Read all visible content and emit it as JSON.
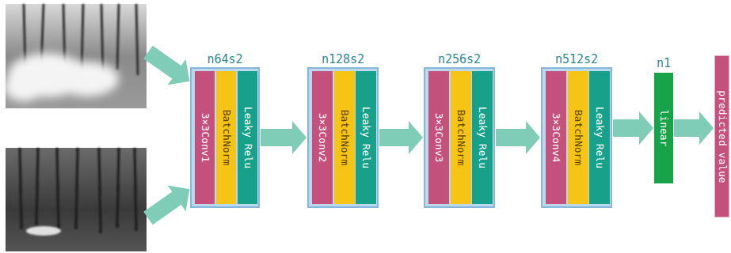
{
  "diagram": {
    "nodes": [
      {
        "text": [
          "n64s2"
        ]
      },
      {
        "text": [
          "3×3Conv1"
        ],
        "in": 0
      },
      {
        "text": [
          "BatchNorm"
        ],
        "in": 0
      },
      {
        "text": [
          "Leaky Relu"
        ],
        "in": 0
      },
      {
        "text": [
          "n128s2"
        ]
      },
      {
        "text": [
          "3×3Conv2"
        ],
        "in": 4
      },
      {
        "text": [
          "BatchNorm"
        ],
        "in": 4
      },
      {
        "text": [
          "Leaky Relu"
        ],
        "in": 4
      },
      {
        "text": [
          "n256s2"
        ]
      },
      {
        "text": [
          "3×3Conv3"
        ],
        "in": 8
      },
      {
        "text": [
          "BatchNorm"
        ],
        "in": 8
      },
      {
        "text": [
          "Leaky Relu"
        ],
        "in": 8
      },
      {
        "text": [
          "n512s2"
        ]
      },
      {
        "text": [
          "3×3Conv4"
        ],
        "in": 12
      },
      {
        "text": [
          "BatchNorm"
        ],
        "in": 12
      },
      {
        "text": [
          "Leaky Relu"
        ],
        "in": 12
      },
      {
        "text": [
          "n1",
          "linear"
        ]
      },
      {
        "text": [
          "predicted value"
        ]
      }
    ],
    "edges": [
      {
        "from": 0,
        "to": 4,
        "arrow": "to"
      },
      {
        "from": 4,
        "to": 8,
        "arrow": "to"
      },
      {
        "from": 8,
        "to": 12,
        "arrow": "to"
      },
      {
        "from": 12,
        "to": 16,
        "arrow": "to"
      },
      {
        "from": 16,
        "to": 17,
        "arrow": "to"
      }
    ]
  }
}
